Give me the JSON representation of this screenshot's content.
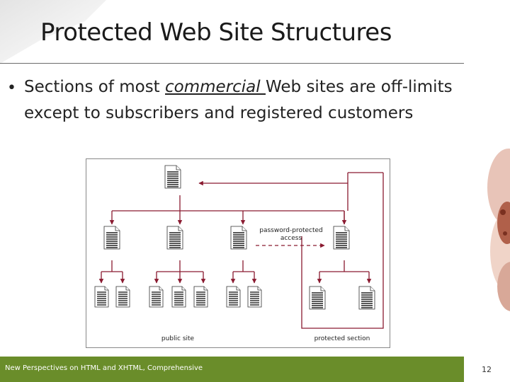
{
  "slide": {
    "title": "Protected Web Site Structures",
    "bullet_before": "Sections of most ",
    "bullet_emphasis": "commercial ",
    "bullet_after": "Web sites are off-limits except to subscribers and registered customers",
    "footer": "New Perspectives on HTML and XHTML, Comprehensive",
    "page_number": "12"
  },
  "diagram": {
    "access_label_line1": "password-protected",
    "access_label_line2": "access",
    "public_label": "public site",
    "protected_label": "protected section",
    "arrow_color": "#8a1a30"
  },
  "colors": {
    "footer": "#6a8d2a",
    "rule": "#6a6a6a"
  }
}
